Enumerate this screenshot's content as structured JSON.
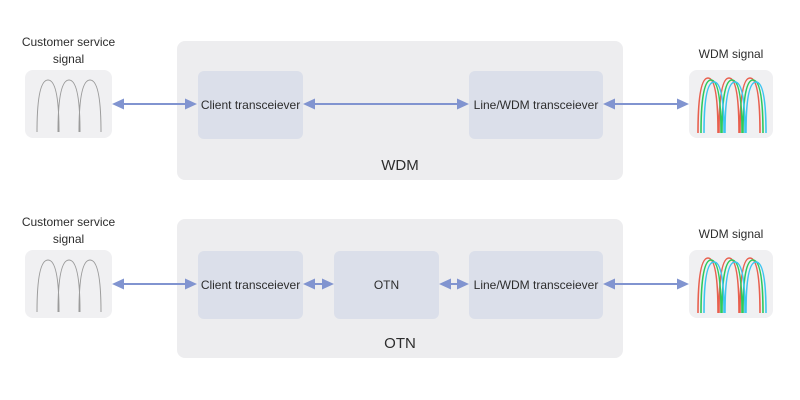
{
  "diagram": {
    "rows": [
      {
        "name": "wdm-row",
        "input_signal_label": "Customer service signal",
        "container_label": "WDM",
        "boxes": [
          {
            "label": "Client transceiever"
          },
          {
            "label": "Line/WDM transceiever"
          }
        ],
        "output_signal_label": "WDM signal"
      },
      {
        "name": "otn-row",
        "input_signal_label": "Customer service signal",
        "container_label": "OTN",
        "boxes": [
          {
            "label": "Client transceiever"
          },
          {
            "label": "OTN"
          },
          {
            "label": "Line/WDM transceiever"
          }
        ],
        "output_signal_label": "WDM signal"
      }
    ],
    "icons": {
      "input_waveform": "gray-waveform-icon",
      "output_waveform": "wdm-multiplexed-waveform-icon",
      "connector": "double-arrow-icon"
    },
    "colors": {
      "arrow": "#8194d0",
      "container_fill": "#ededef",
      "box_fill": "#dbdfea",
      "signal_box_fill": "#f0f0f2",
      "waveform_gray": "#9b9b9b",
      "wdm_red": "#e8604f",
      "wdm_green": "#2ec95c",
      "wdm_cyan": "#3dc5f1",
      "text": "#2d2d2d"
    }
  }
}
